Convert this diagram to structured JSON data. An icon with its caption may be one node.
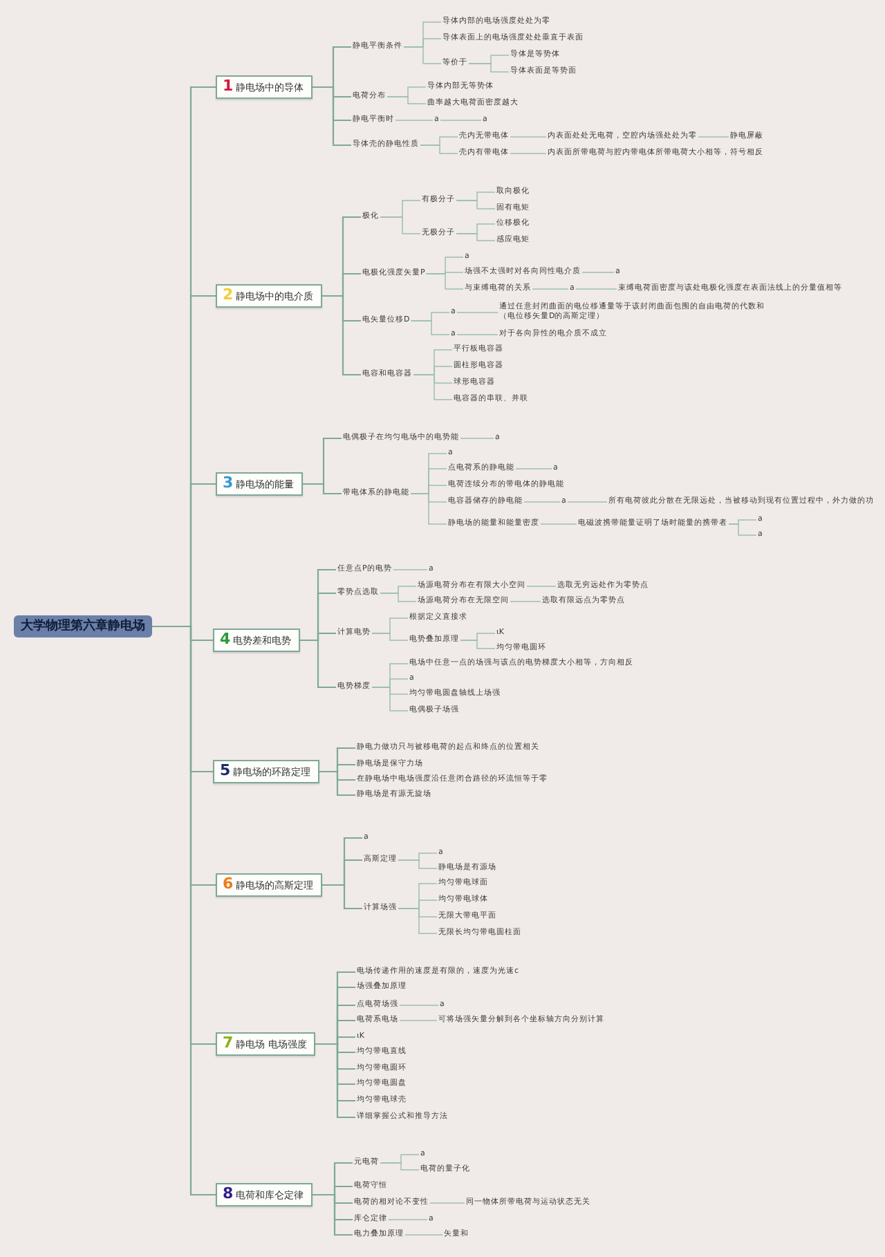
{
  "diagram": {
    "nodes": [
      {
        "text": [
          "大学物理第六章静电场"
        ]
      },
      {
        "text": [
          "1",
          "静电场中的导体"
        ]
      },
      {
        "text": [
          "静电平衡条件"
        ]
      },
      {
        "text": [
          "导体内部的电场强度处处为零"
        ]
      },
      {
        "text": [
          "导体表面上的电场强度处处垂直于表面"
        ]
      },
      {
        "text": [
          "等价于"
        ]
      },
      {
        "text": [
          "导体是等势体"
        ]
      },
      {
        "text": [
          "导体表面是等势面"
        ]
      },
      {
        "text": [
          "电荷分布"
        ]
      },
      {
        "text": [
          "导体内部无等势体"
        ]
      },
      {
        "text": [
          "曲率越大电荷面密度越大"
        ]
      },
      {
        "text": [
          "静电平衡时"
        ]
      },
      {
        "text": [
          "a"
        ]
      },
      {
        "text": [
          "a"
        ]
      },
      {
        "text": [
          "导体壳的静电性质"
        ]
      },
      {
        "text": [
          "壳内无带电体"
        ]
      },
      {
        "text": [
          "内表面处处无电荷，空腔内场强处处为零"
        ]
      },
      {
        "text": [
          "静电屏蔽"
        ]
      },
      {
        "text": [
          "壳内有带电体"
        ]
      },
      {
        "text": [
          "内表面所带电荷与腔内带电体所带电荷大小相等，符号相反"
        ]
      },
      {
        "text": [
          "2",
          "静电场中的电介质"
        ]
      },
      {
        "text": [
          "极化"
        ]
      },
      {
        "text": [
          "有极分子"
        ]
      },
      {
        "text": [
          "取向极化"
        ]
      },
      {
        "text": [
          "固有电矩"
        ]
      },
      {
        "text": [
          "无极分子"
        ]
      },
      {
        "text": [
          "位移极化"
        ]
      },
      {
        "text": [
          "感应电矩"
        ]
      },
      {
        "text": [
          "电极化强度矢量P"
        ]
      },
      {
        "text": [
          "a"
        ]
      },
      {
        "text": [
          "场强不太强时对各向同性电介质"
        ]
      },
      {
        "text": [
          "a"
        ]
      },
      {
        "text": [
          "与束缚电荷的关系"
        ]
      },
      {
        "text": [
          "a"
        ]
      },
      {
        "text": [
          "束缚电荷面密度与该处电极化强度在表面法线上的分量值相等"
        ]
      },
      {
        "text": [
          "电矢量位移D"
        ]
      },
      {
        "text": [
          "a"
        ]
      },
      {
        "text": [
          "通过任意封闭曲面的电位移通量等于该封闭曲面包围的自由电荷的代数和（电位移矢量D的高斯定理）"
        ]
      },
      {
        "text": [
          "a"
        ]
      },
      {
        "text": [
          "对于各向异性的电介质不成立"
        ]
      },
      {
        "text": [
          "电容和电容器"
        ]
      },
      {
        "text": [
          "平行板电容器"
        ]
      },
      {
        "text": [
          "圆柱形电容器"
        ]
      },
      {
        "text": [
          "球形电容器"
        ]
      },
      {
        "text": [
          "电容器的串联、并联"
        ]
      },
      {
        "text": [
          "3",
          "静电场的能量"
        ]
      },
      {
        "text": [
          "电偶极子在均匀电场中的电势能"
        ]
      },
      {
        "text": [
          "a"
        ]
      },
      {
        "text": [
          "带电体系的静电能"
        ]
      },
      {
        "text": [
          "a"
        ]
      },
      {
        "text": [
          "点电荷系的静电能"
        ]
      },
      {
        "text": [
          "a"
        ]
      },
      {
        "text": [
          "电荷连续分布的带电体的静电能"
        ]
      },
      {
        "text": [
          "电容器储存的静电能"
        ]
      },
      {
        "text": [
          "a"
        ]
      },
      {
        "text": [
          "所有电荷彼此分散在无限远处，当被移动到现有位置过程中，外力做的功"
        ]
      },
      {
        "text": [
          "静电场的能量和能量密度"
        ]
      },
      {
        "text": [
          "电磁波携带能量证明了场时能量的携带者"
        ]
      },
      {
        "text": [
          "a"
        ]
      },
      {
        "text": [
          "a"
        ]
      },
      {
        "text": [
          "4",
          "电势差和电势"
        ]
      },
      {
        "text": [
          "任意点P的电势"
        ]
      },
      {
        "text": [
          "a"
        ]
      },
      {
        "text": [
          "零势点选取"
        ]
      },
      {
        "text": [
          "场源电荷分布在有限大小空间"
        ]
      },
      {
        "text": [
          "选取无穷远处作为零势点"
        ]
      },
      {
        "text": [
          "场源电荷分布在无限空间"
        ]
      },
      {
        "text": [
          "选取有限远点为零势点"
        ]
      },
      {
        "text": [
          "计算电势"
        ]
      },
      {
        "text": [
          "根据定义直接求"
        ]
      },
      {
        "text": [
          "电势叠加原理"
        ]
      },
      {
        "text": [
          "ιK"
        ]
      },
      {
        "text": [
          "均匀带电圆环"
        ]
      },
      {
        "text": [
          "电势梯度"
        ]
      },
      {
        "text": [
          "电场中任意一点的场强与该点的电势梯度大小相等，方向相反"
        ]
      },
      {
        "text": [
          "a"
        ]
      },
      {
        "text": [
          "均匀带电圆盘轴线上场强"
        ]
      },
      {
        "text": [
          "电偶极子场强"
        ]
      },
      {
        "text": [
          "5",
          "静电场的环路定理"
        ]
      },
      {
        "text": [
          "静电力做功只与被移电荷的起点和终点的位置相关"
        ]
      },
      {
        "text": [
          "静电场是保守力场"
        ]
      },
      {
        "text": [
          "在静电场中电场强度沿任意闭合路径的环流恒等于零"
        ]
      },
      {
        "text": [
          "静电场是有源无旋场"
        ]
      },
      {
        "text": [
          "6",
          "静电场的高斯定理"
        ]
      },
      {
        "text": [
          "a"
        ]
      },
      {
        "text": [
          "高斯定理"
        ]
      },
      {
        "text": [
          "a"
        ]
      },
      {
        "text": [
          "静电场是有源场"
        ]
      },
      {
        "text": [
          "计算场强"
        ]
      },
      {
        "text": [
          "均匀带电球面"
        ]
      },
      {
        "text": [
          "均匀带电球体"
        ]
      },
      {
        "text": [
          "无限大带电平面"
        ]
      },
      {
        "text": [
          "无限长均匀带电圆柱面"
        ]
      },
      {
        "text": [
          "7",
          "静电场 电场强度"
        ]
      },
      {
        "text": [
          "电场传递作用的速度是有限的，速度为光速c"
        ]
      },
      {
        "text": [
          "场强叠加原理"
        ]
      },
      {
        "text": [
          "点电荷场强"
        ]
      },
      {
        "text": [
          "a"
        ]
      },
      {
        "text": [
          "电荷系电场"
        ]
      },
      {
        "text": [
          "可将场强矢量分解到各个坐标轴方向分别计算"
        ]
      },
      {
        "text": [
          "ιK"
        ]
      },
      {
        "text": [
          "均匀带电直线"
        ]
      },
      {
        "text": [
          "均匀带电圆环"
        ]
      },
      {
        "text": [
          "均匀带电圆盘"
        ]
      },
      {
        "text": [
          "均匀带电球壳"
        ]
      },
      {
        "text": [
          "详细掌握公式和推导方法"
        ]
      },
      {
        "text": [
          "8",
          "电荷和库仑定律"
        ]
      },
      {
        "text": [
          "元电荷"
        ]
      },
      {
        "text": [
          "a"
        ]
      },
      {
        "text": [
          "电荷的量子化"
        ]
      },
      {
        "text": [
          "电荷守恒"
        ]
      },
      {
        "text": [
          "电荷的相对论不变性"
        ]
      },
      {
        "text": [
          "同一物体所带电荷与运动状态无关"
        ]
      },
      {
        "text": [
          "库仑定律"
        ]
      },
      {
        "text": [
          "a"
        ]
      },
      {
        "text": [
          "电力叠加原理"
        ]
      },
      {
        "text": [
          "矢量和"
        ]
      }
    ],
    "edges": [
      {
        "from": 0,
        "to": 1,
        "arrow": "none"
      },
      {
        "from": 0,
        "to": 20,
        "arrow": "none"
      },
      {
        "from": 0,
        "to": 45,
        "arrow": "none"
      },
      {
        "from": 0,
        "to": 60,
        "arrow": "none"
      },
      {
        "from": 0,
        "to": 78,
        "arrow": "none"
      },
      {
        "from": 0,
        "to": 83,
        "arrow": "none"
      },
      {
        "from": 0,
        "to": 93,
        "arrow": "none"
      },
      {
        "from": 0,
        "to": 106,
        "arrow": "none"
      },
      {
        "from": 1,
        "to": 2,
        "arrow": "none"
      },
      {
        "from": 1,
        "to": 8,
        "arrow": "none"
      },
      {
        "from": 1,
        "to": 11,
        "arrow": "none"
      },
      {
        "from": 1,
        "to": 14,
        "arrow": "none"
      },
      {
        "from": 2,
        "to": 3,
        "arrow": "none"
      },
      {
        "from": 2,
        "to": 4,
        "arrow": "none"
      },
      {
        "from": 2,
        "to": 5,
        "arrow": "none"
      },
      {
        "from": 5,
        "to": 6,
        "arrow": "none"
      },
      {
        "from": 5,
        "to": 7,
        "arrow": "none"
      },
      {
        "from": 8,
        "to": 9,
        "arrow": "none"
      },
      {
        "from": 8,
        "to": 10,
        "arrow": "none"
      },
      {
        "from": 11,
        "to": 12,
        "arrow": "none"
      },
      {
        "from": 12,
        "to": 13,
        "arrow": "none"
      },
      {
        "from": 14,
        "to": 15,
        "arrow": "none"
      },
      {
        "from": 14,
        "to": 18,
        "arrow": "none"
      },
      {
        "from": 15,
        "to": 16,
        "arrow": "none"
      },
      {
        "from": 16,
        "to": 17,
        "arrow": "none"
      },
      {
        "from": 18,
        "to": 19,
        "arrow": "none"
      },
      {
        "from": 20,
        "to": 21,
        "arrow": "none"
      },
      {
        "from": 20,
        "to": 28,
        "arrow": "none"
      },
      {
        "from": 20,
        "to": 35,
        "arrow": "none"
      },
      {
        "from": 20,
        "to": 40,
        "arrow": "none"
      },
      {
        "from": 21,
        "to": 22,
        "arrow": "none"
      },
      {
        "from": 21,
        "to": 25,
        "arrow": "none"
      },
      {
        "from": 22,
        "to": 23,
        "arrow": "none"
      },
      {
        "from": 22,
        "to": 24,
        "arrow": "none"
      },
      {
        "from": 25,
        "to": 26,
        "arrow": "none"
      },
      {
        "from": 25,
        "to": 27,
        "arrow": "none"
      },
      {
        "from": 28,
        "to": 29,
        "arrow": "none"
      },
      {
        "from": 28,
        "to": 30,
        "arrow": "none"
      },
      {
        "from": 28,
        "to": 32,
        "arrow": "none"
      },
      {
        "from": 30,
        "to": 31,
        "arrow": "none"
      },
      {
        "from": 32,
        "to": 33,
        "arrow": "none"
      },
      {
        "from": 33,
        "to": 34,
        "arrow": "none"
      },
      {
        "from": 35,
        "to": 36,
        "arrow": "none"
      },
      {
        "from": 35,
        "to": 38,
        "arrow": "none"
      },
      {
        "from": 36,
        "to": 37,
        "arrow": "none"
      },
      {
        "from": 38,
        "to": 39,
        "arrow": "none"
      },
      {
        "from": 40,
        "to": 41,
        "arrow": "none"
      },
      {
        "from": 40,
        "to": 42,
        "arrow": "none"
      },
      {
        "from": 40,
        "to": 43,
        "arrow": "none"
      },
      {
        "from": 40,
        "to": 44,
        "arrow": "none"
      },
      {
        "from": 45,
        "to": 46,
        "arrow": "none"
      },
      {
        "from": 45,
        "to": 48,
        "arrow": "none"
      },
      {
        "from": 46,
        "to": 47,
        "arrow": "none"
      },
      {
        "from": 48,
        "to": 49,
        "arrow": "none"
      },
      {
        "from": 48,
        "to": 50,
        "arrow": "none"
      },
      {
        "from": 48,
        "to": 52,
        "arrow": "none"
      },
      {
        "from": 48,
        "to": 53,
        "arrow": "none"
      },
      {
        "from": 48,
        "to": 56,
        "arrow": "none"
      },
      {
        "from": 50,
        "to": 51,
        "arrow": "none"
      },
      {
        "from": 53,
        "to": 54,
        "arrow": "none"
      },
      {
        "from": 54,
        "to": 55,
        "arrow": "none"
      },
      {
        "from": 56,
        "to": 57,
        "arrow": "none"
      },
      {
        "from": 57,
        "to": 58,
        "arrow": "none"
      },
      {
        "from": 57,
        "to": 59,
        "arrow": "none"
      },
      {
        "from": 60,
        "to": 61,
        "arrow": "none"
      },
      {
        "from": 60,
        "to": 63,
        "arrow": "none"
      },
      {
        "from": 60,
        "to": 68,
        "arrow": "none"
      },
      {
        "from": 60,
        "to": 73,
        "arrow": "none"
      },
      {
        "from": 61,
        "to": 62,
        "arrow": "none"
      },
      {
        "from": 63,
        "to": 64,
        "arrow": "none"
      },
      {
        "from": 63,
        "to": 66,
        "arrow": "none"
      },
      {
        "from": 64,
        "to": 65,
        "arrow": "none"
      },
      {
        "from": 66,
        "to": 67,
        "arrow": "none"
      },
      {
        "from": 68,
        "to": 69,
        "arrow": "none"
      },
      {
        "from": 68,
        "to": 70,
        "arrow": "none"
      },
      {
        "from": 70,
        "to": 71,
        "arrow": "none"
      },
      {
        "from": 70,
        "to": 72,
        "arrow": "none"
      },
      {
        "from": 73,
        "to": 74,
        "arrow": "none"
      },
      {
        "from": 73,
        "to": 75,
        "arrow": "none"
      },
      {
        "from": 73,
        "to": 76,
        "arrow": "none"
      },
      {
        "from": 73,
        "to": 77,
        "arrow": "none"
      },
      {
        "from": 78,
        "to": 79,
        "arrow": "none"
      },
      {
        "from": 78,
        "to": 80,
        "arrow": "none"
      },
      {
        "from": 78,
        "to": 81,
        "arrow": "none"
      },
      {
        "from": 78,
        "to": 82,
        "arrow": "none"
      },
      {
        "from": 83,
        "to": 84,
        "arrow": "none"
      },
      {
        "from": 83,
        "to": 85,
        "arrow": "none"
      },
      {
        "from": 83,
        "to": 88,
        "arrow": "none"
      },
      {
        "from": 85,
        "to": 86,
        "arrow": "none"
      },
      {
        "from": 85,
        "to": 87,
        "arrow": "none"
      },
      {
        "from": 88,
        "to": 89,
        "arrow": "none"
      },
      {
        "from": 88,
        "to": 90,
        "arrow": "none"
      },
      {
        "from": 88,
        "to": 91,
        "arrow": "none"
      },
      {
        "from": 88,
        "to": 92,
        "arrow": "none"
      },
      {
        "from": 93,
        "to": 94,
        "arrow": "none"
      },
      {
        "from": 93,
        "to": 95,
        "arrow": "none"
      },
      {
        "from": 93,
        "to": 96,
        "arrow": "none"
      },
      {
        "from": 93,
        "to": 98,
        "arrow": "none"
      },
      {
        "from": 93,
        "to": 100,
        "arrow": "none"
      },
      {
        "from": 93,
        "to": 101,
        "arrow": "none"
      },
      {
        "from": 93,
        "to": 102,
        "arrow": "none"
      },
      {
        "from": 93,
        "to": 103,
        "arrow": "none"
      },
      {
        "from": 93,
        "to": 104,
        "arrow": "none"
      },
      {
        "from": 93,
        "to": 105,
        "arrow": "none"
      },
      {
        "from": 96,
        "to": 97,
        "arrow": "none"
      },
      {
        "from": 98,
        "to": 99,
        "arrow": "none"
      },
      {
        "from": 106,
        "to": 107,
        "arrow": "none"
      },
      {
        "from": 106,
        "to": 110,
        "arrow": "none"
      },
      {
        "from": 106,
        "to": 111,
        "arrow": "none"
      },
      {
        "from": 106,
        "to": 113,
        "arrow": "none"
      },
      {
        "from": 106,
        "to": 115,
        "arrow": "none"
      },
      {
        "from": 107,
        "to": 108,
        "arrow": "none"
      },
      {
        "from": 107,
        "to": 109,
        "arrow": "none"
      },
      {
        "from": 111,
        "to": 112,
        "arrow": "none"
      },
      {
        "from": 113,
        "to": 114,
        "arrow": "none"
      },
      {
        "from": 115,
        "to": 116,
        "arrow": "none"
      }
    ]
  }
}
